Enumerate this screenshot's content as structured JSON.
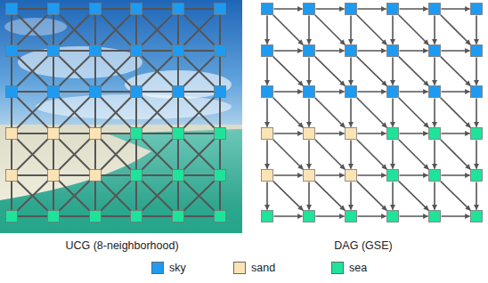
{
  "diagram": {
    "labels": [
      "UCG (8-neighborhood)",
      "DAG (GSE)"
    ],
    "legend": [
      {
        "text": "sky",
        "color": "#1e9bf0"
      },
      {
        "text": "sand",
        "color": "#fbe3b4"
      },
      {
        "text": "sea",
        "color": "#1fe39a"
      }
    ]
  }
}
